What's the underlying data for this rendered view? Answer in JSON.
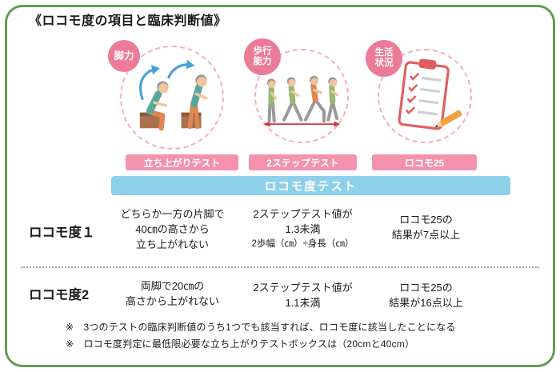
{
  "title": "《ロコモ度の項目と臨床判断値》",
  "banner": "ロコモ度テスト",
  "categories": [
    {
      "badge": "脚力",
      "test_label": "立ち上がりテスト"
    },
    {
      "badge": "歩行\n能力",
      "test_label": "2ステップテスト"
    },
    {
      "badge": "生活\n状況",
      "test_label": "ロコモ25"
    }
  ],
  "rows": [
    {
      "label": "ロコモ度１",
      "cells": [
        {
          "main": "どちらか一方の片脚で\n40㎝の高さから\n立ち上がれない",
          "sub": ""
        },
        {
          "main": "2ステップテスト値が\n1.3未満",
          "sub": "2歩幅（㎝）÷身長（㎝）"
        },
        {
          "main": "ロコモ25の\n結果が7点以上",
          "sub": ""
        }
      ]
    },
    {
      "label": "ロコモ度2",
      "cells": [
        {
          "main": "両脚で20㎝の\n高さから上がれない",
          "sub": ""
        },
        {
          "main": "2ステップテスト値が\n1.1未満",
          "sub": ""
        },
        {
          "main": "ロコモ25の\n結果が16点以上",
          "sub": ""
        }
      ]
    }
  ],
  "footnotes": [
    "※　3つのテストの臨床判断値のうち1つでも該当すれば、ロコモ度に該当したことになる",
    "※　ロコモ度判定に最低限必要な立ち上がりテストボックスは（20cmと40cm）"
  ],
  "colors": {
    "border-green": "#5f9e53",
    "badge-pink": "#ec7b97",
    "bar-pink": "#f492ac",
    "circle-pink": "#f3afc0",
    "banner-blue": "#8ed0ea",
    "accent-red": "#cc3b3b"
  }
}
